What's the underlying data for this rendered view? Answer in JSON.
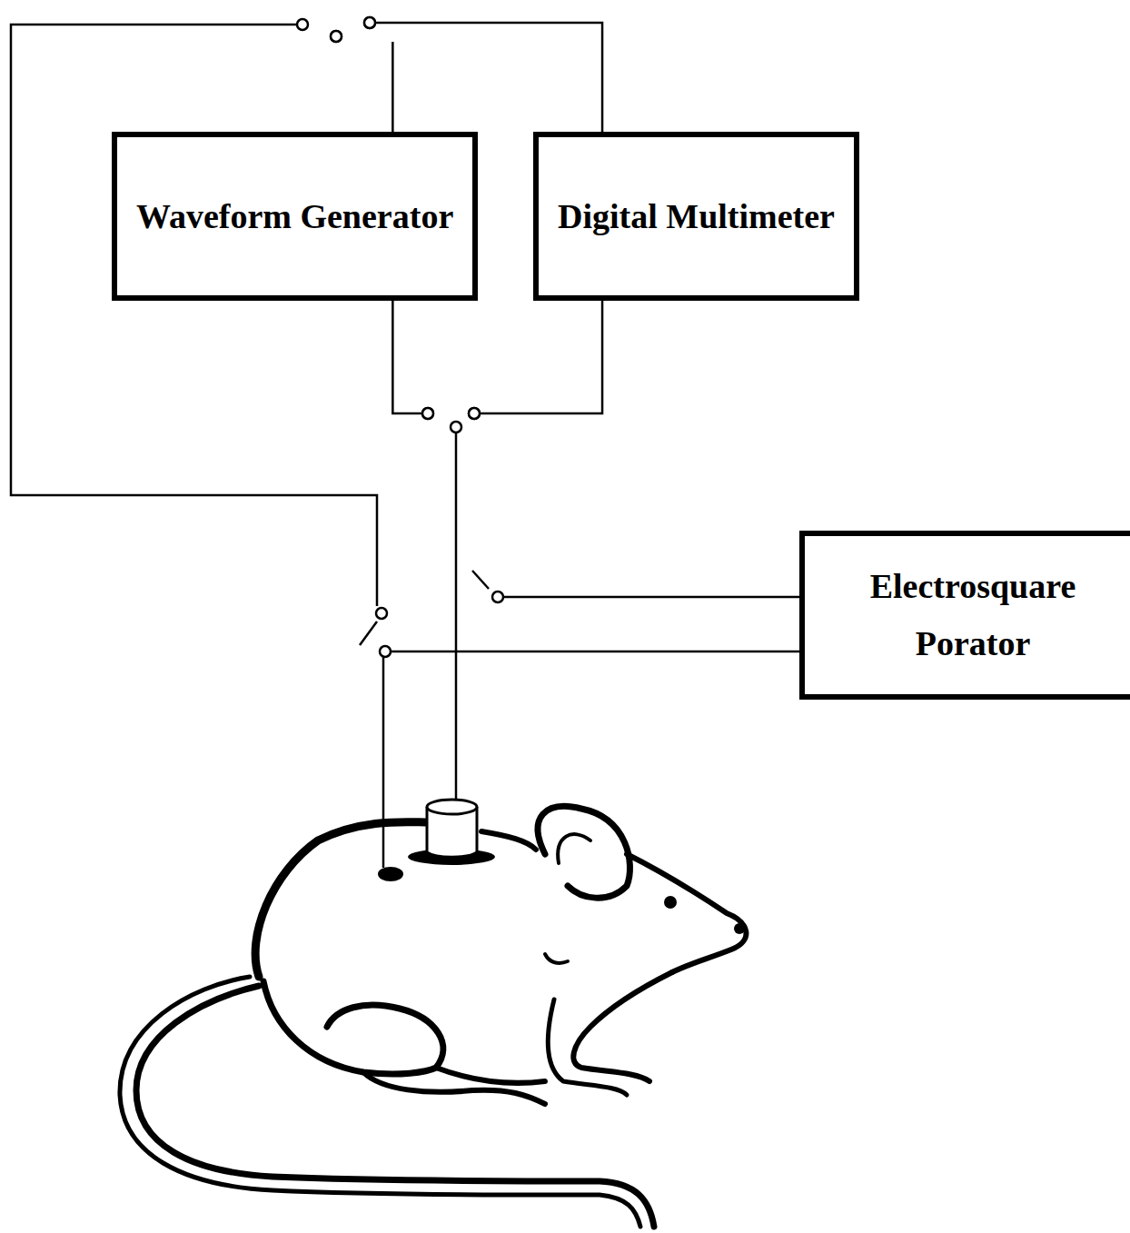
{
  "diagram": {
    "nodes": [
      {
        "text": [
          "Waveform Generator"
        ]
      },
      {
        "text": [
          "Digital Multimeter"
        ]
      },
      {
        "text": [
          "Electrosquare Porator"
        ]
      }
    ],
    "edges": [
      {
        "from": 0,
        "to": 1,
        "arrow": "none"
      },
      {
        "from": 0,
        "to": 1,
        "arrow": "none"
      }
    ]
  }
}
